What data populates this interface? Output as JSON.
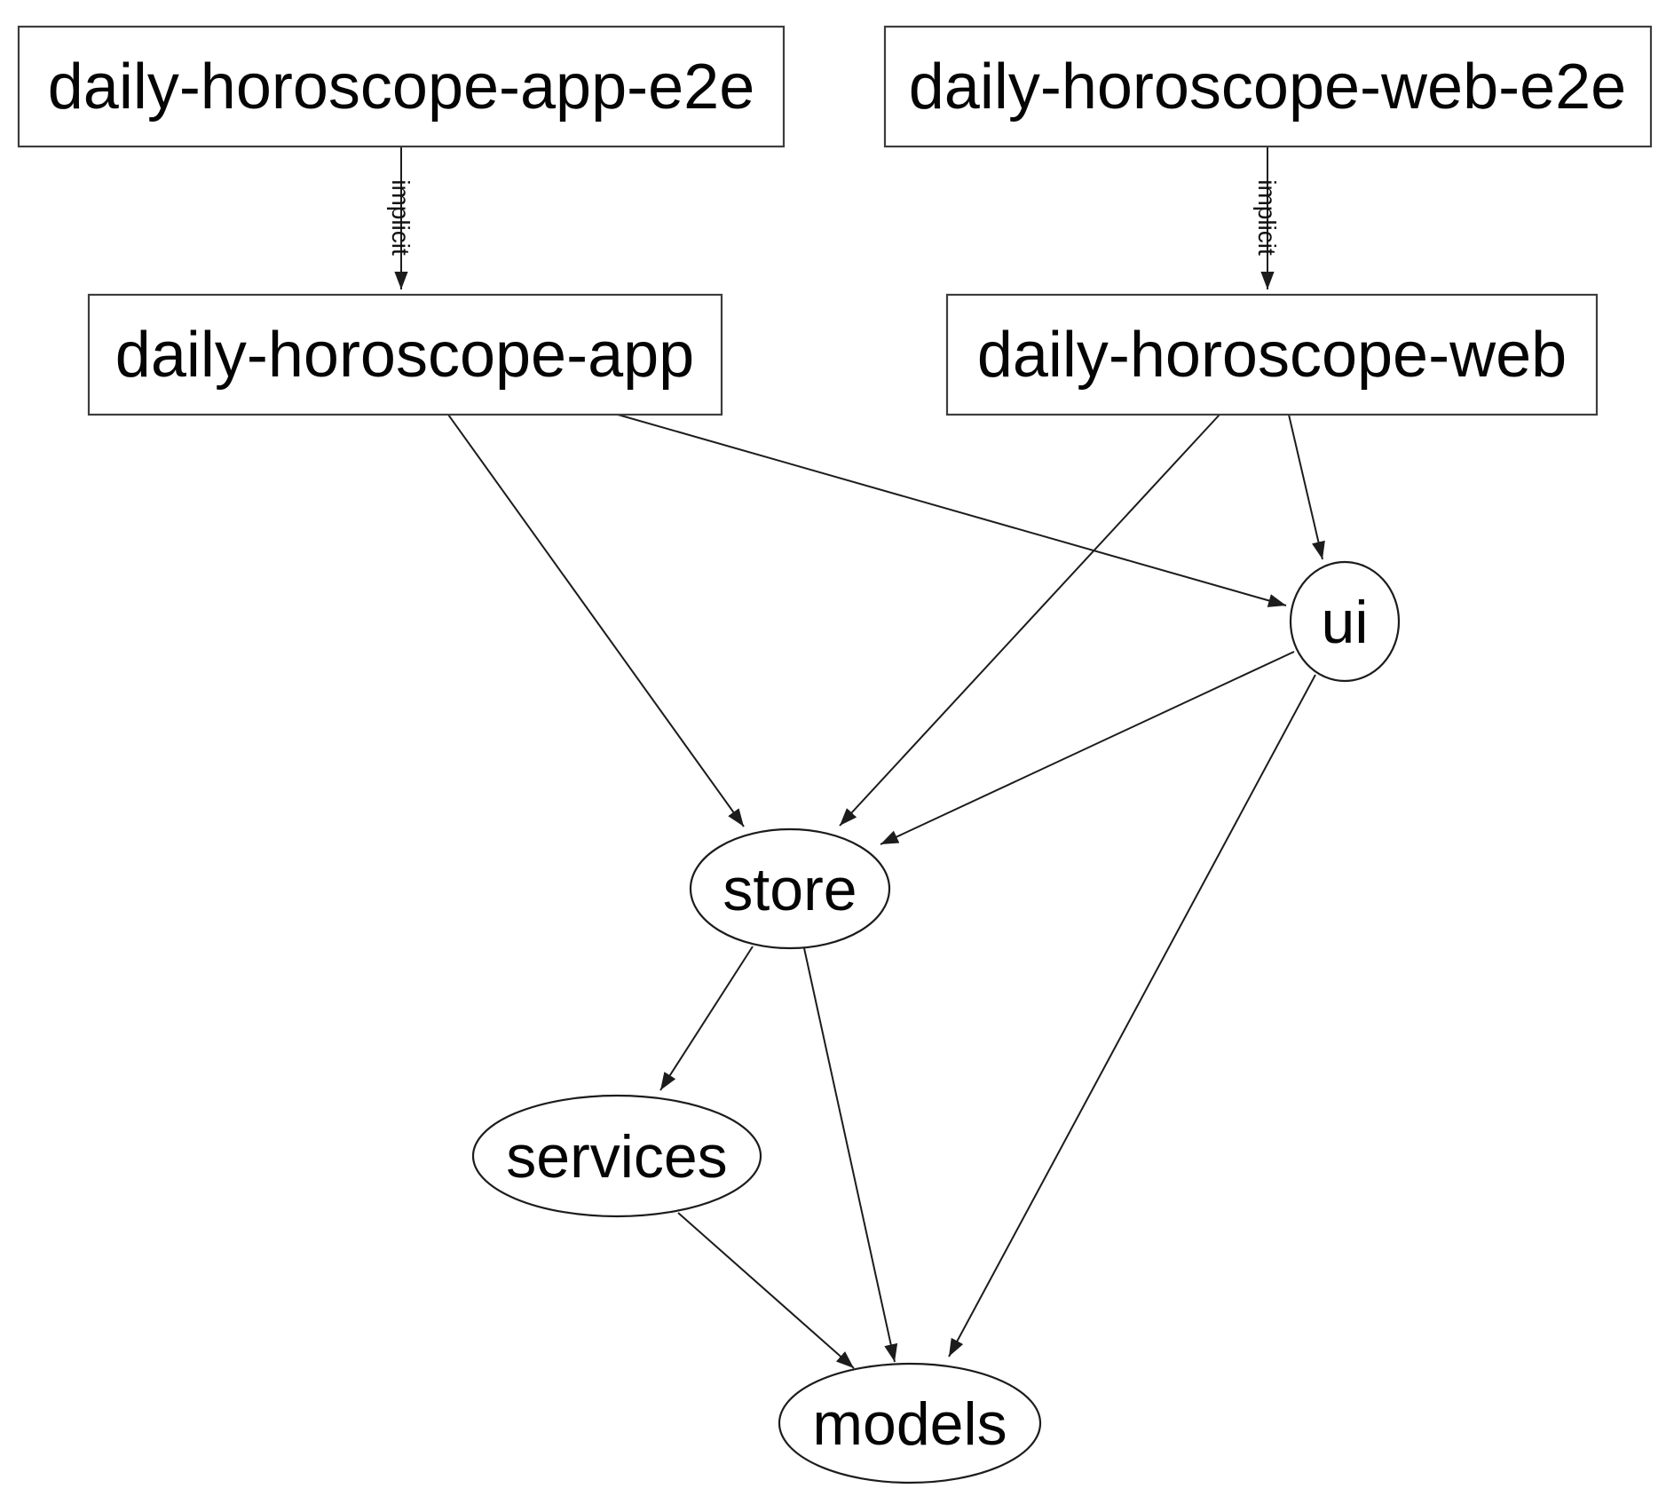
{
  "diagram": {
    "background_color": "#ffffff",
    "edge_color": "#1c1c1c",
    "box_border_color": "#3d3d3d",
    "ellipse_border_color": "#1c1c1c",
    "text_color": "#050505",
    "nodes": [
      {
        "id": "daily-horoscope-app-e2e",
        "label": "daily-horoscope-app-e2e",
        "shape": "box"
      },
      {
        "id": "daily-horoscope-web-e2e",
        "label": "daily-horoscope-web-e2e",
        "shape": "box"
      },
      {
        "id": "daily-horoscope-app",
        "label": "daily-horoscope-app",
        "shape": "box"
      },
      {
        "id": "daily-horoscope-web",
        "label": "daily-horoscope-web",
        "shape": "box"
      },
      {
        "id": "ui",
        "label": "ui",
        "shape": "ellipse"
      },
      {
        "id": "store",
        "label": "store",
        "shape": "ellipse"
      },
      {
        "id": "services",
        "label": "services",
        "shape": "ellipse"
      },
      {
        "id": "models",
        "label": "models",
        "shape": "ellipse"
      }
    ],
    "edges": [
      {
        "from": "daily-horoscope-app-e2e",
        "to": "daily-horoscope-app",
        "label": "implicit"
      },
      {
        "from": "daily-horoscope-web-e2e",
        "to": "daily-horoscope-web",
        "label": "implicit"
      },
      {
        "from": "daily-horoscope-app",
        "to": "store",
        "label": ""
      },
      {
        "from": "daily-horoscope-app",
        "to": "ui",
        "label": ""
      },
      {
        "from": "daily-horoscope-web",
        "to": "store",
        "label": ""
      },
      {
        "from": "daily-horoscope-web",
        "to": "ui",
        "label": ""
      },
      {
        "from": "ui",
        "to": "store",
        "label": ""
      },
      {
        "from": "ui",
        "to": "models",
        "label": ""
      },
      {
        "from": "store",
        "to": "services",
        "label": ""
      },
      {
        "from": "store",
        "to": "models",
        "label": ""
      },
      {
        "from": "services",
        "to": "models",
        "label": ""
      }
    ]
  }
}
